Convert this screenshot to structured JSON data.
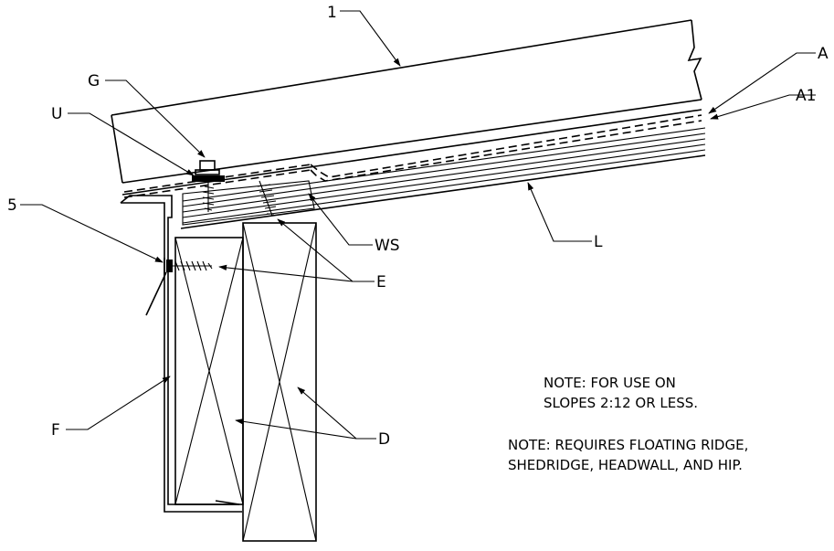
{
  "labels": {
    "one": "1",
    "a": "A",
    "a1": "A1",
    "g": "G",
    "u": "U",
    "five": "5",
    "ws": "WS",
    "l": "L",
    "e": "E",
    "f": "F",
    "d": "D"
  },
  "notes": {
    "note1_line1": "NOTE:  FOR USE ON",
    "note1_line2": "SLOPES 2:12 OR LESS.",
    "note2_line1": "NOTE:  REQUIRES FLOATING RIDGE,",
    "note2_line2": "SHEDRIDGE, HEADWALL, AND HIP."
  }
}
